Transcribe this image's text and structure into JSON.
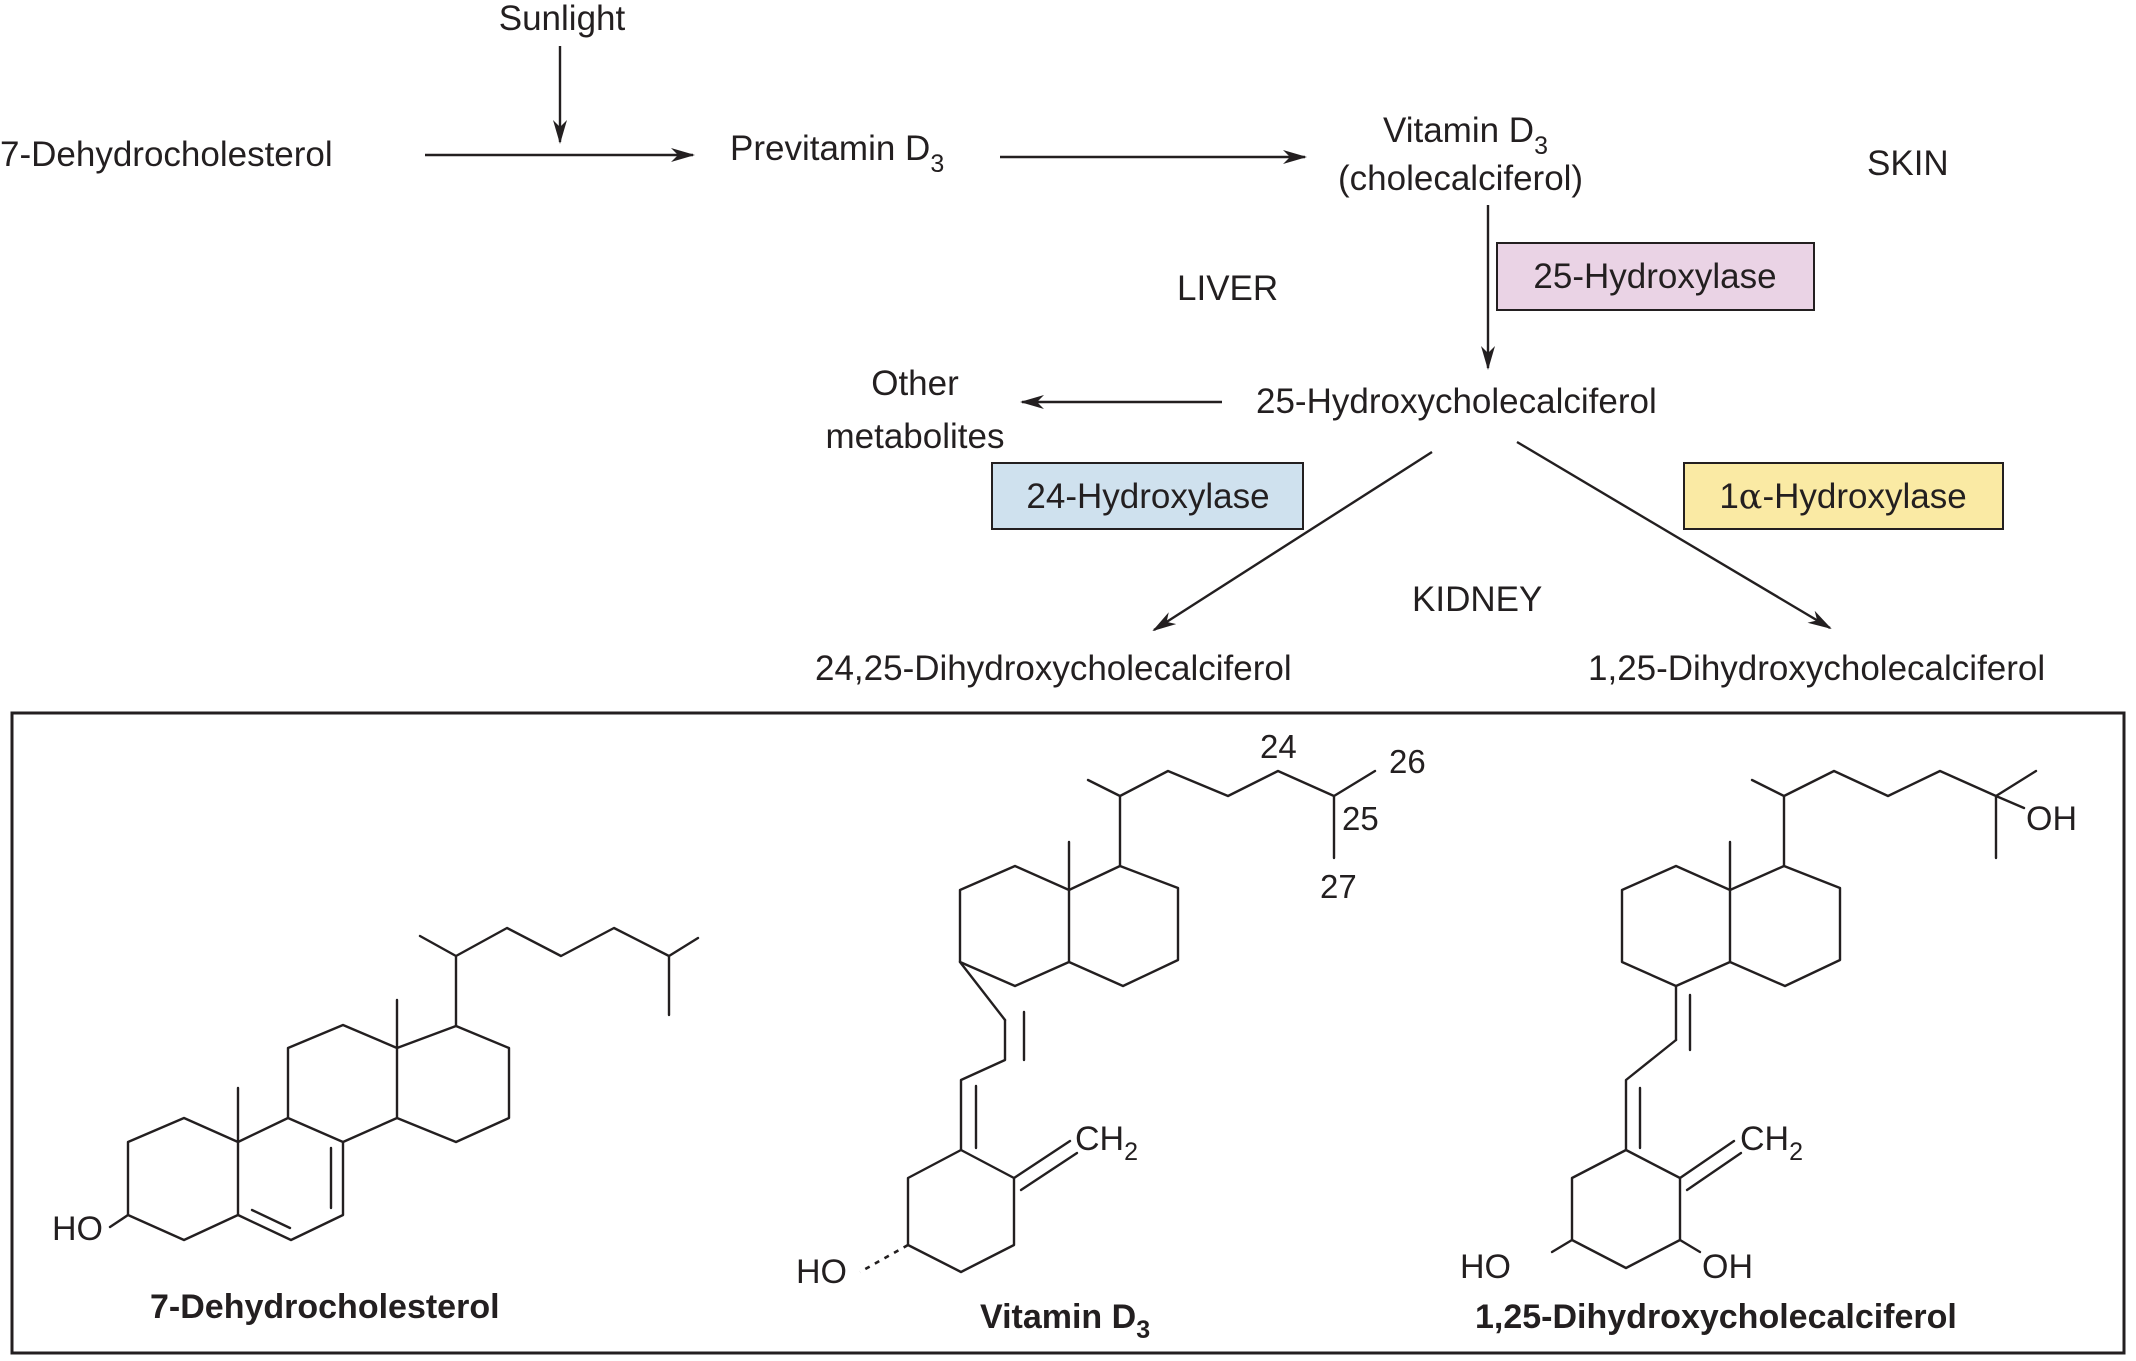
{
  "colors": {
    "hydroxylase_25": "#ead3e5",
    "hydroxylase_24": "#cfe1ee",
    "hydroxylase_1a": "#faeaa4",
    "ink": "#231f20"
  },
  "pathway": {
    "sunlight": "Sunlight",
    "dehydrocholesterol": "7-Dehydrocholesterol",
    "previtamin": "Previtamin D",
    "previtamin_sub": "3",
    "vitamin_d3": "Vitamin D",
    "vitamin_d3_sub": "3",
    "cholecalciferol": "(cholecalciferol)",
    "skin": "SKIN",
    "liver": "LIVER",
    "kidney": "KIDNEY",
    "hydroxylase_25": "25-Hydroxylase",
    "hydroxycholecalciferol_25": "25-Hydroxycholecalciferol",
    "other_metabolites_line1": "Other",
    "other_metabolites_line2": "metabolites",
    "hydroxylase_24": "24-Hydroxylase",
    "hydroxylase_1a_prefix": "1",
    "hydroxylase_1a_alpha": "α",
    "hydroxylase_1a_suffix": "-Hydroxylase",
    "dihydroxy_24_25": "24,25-Dihydroxycholecalciferol",
    "dihydroxy_1_25": "1,25-Dihydroxycholecalciferol"
  },
  "structures": {
    "dehydrocholesterol": {
      "name": "7-Dehydrocholesterol",
      "ho": "HO"
    },
    "vitamin_d3": {
      "name": "Vitamin D",
      "name_sub": "3",
      "ho": "HO",
      "ch2": "CH",
      "ch2_sub": "2",
      "carbon_24": "24",
      "carbon_25": "25",
      "carbon_26": "26",
      "carbon_27": "27"
    },
    "dihydroxy": {
      "name": "1,25-Dihydroxycholecalciferol",
      "oh_side": "OH",
      "ho_left": "HO",
      "oh_right": "OH",
      "ch2": "CH",
      "ch2_sub": "2"
    }
  }
}
